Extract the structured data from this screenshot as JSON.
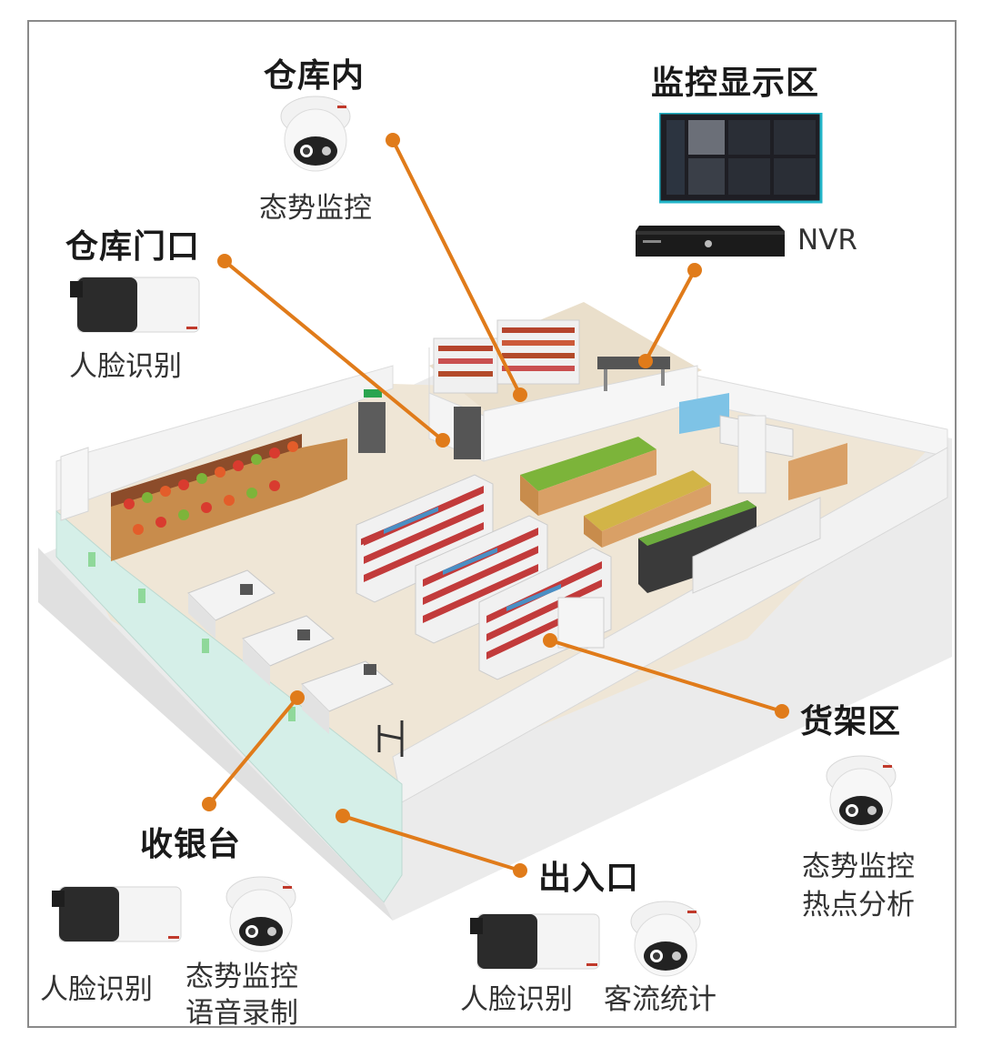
{
  "colors": {
    "accent": "#e07b1a",
    "floor": "#efe6d6",
    "wall": "#e9e9e9",
    "glass": "#cfeee6",
    "monitor_border": "#22b5c8"
  },
  "labels": {
    "warehouse_inside": {
      "title": "仓库内",
      "caption": "态势监控"
    },
    "monitor_area": {
      "title": "监控显示区",
      "device": "NVR"
    },
    "warehouse_door": {
      "title": "仓库门口",
      "caption": "人脸识别"
    },
    "shelf_area": {
      "title": "货架区",
      "caption_line1": "态势监控",
      "caption_line2": "热点分析"
    },
    "checkout": {
      "title": "收银台",
      "caption_face": "人脸识别",
      "caption_line1": "态势监控",
      "caption_line2": "语音录制"
    },
    "entrance": {
      "title": "出入口",
      "caption_face": "人脸识别",
      "caption_count": "客流统计"
    }
  },
  "icons": [
    "dome-camera-icon",
    "bullet-camera-icon",
    "monitor-icon",
    "nvr-recorder-icon"
  ]
}
